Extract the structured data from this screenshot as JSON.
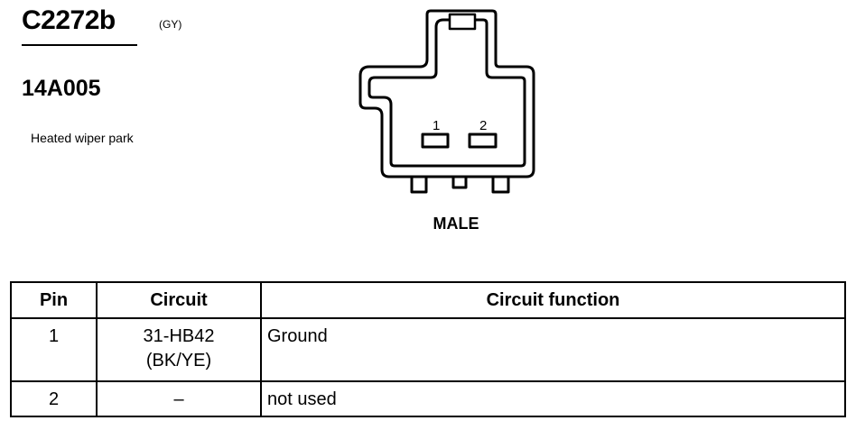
{
  "header": {
    "connector_code": "C2272b",
    "color": "(GY)",
    "part_number": "14A005",
    "description": "Heated wiper park"
  },
  "connector_view": {
    "pin_labels": [
      "1",
      "2"
    ],
    "gender": "MALE"
  },
  "pin_table": {
    "columns": [
      "Pin",
      "Circuit",
      "Circuit function"
    ],
    "rows": [
      {
        "pin": "1",
        "circuit": "31-HB42",
        "wire_color": "(BK/YE)",
        "function": "Ground"
      },
      {
        "pin": "2",
        "circuit": "–",
        "wire_color": "",
        "function": "not used"
      }
    ]
  }
}
